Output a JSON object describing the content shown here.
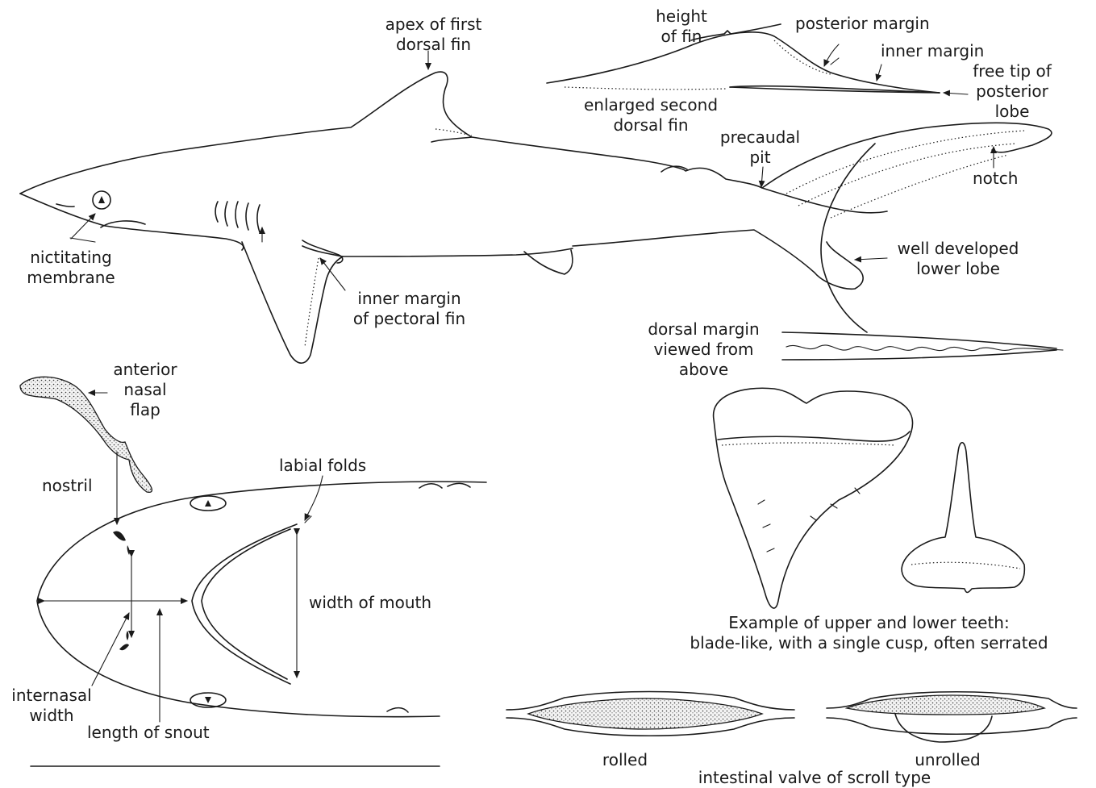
{
  "labels": {
    "apex_first_dorsal": [
      "apex of first",
      "dorsal fin"
    ],
    "height_of_fin": [
      "height",
      "of fin"
    ],
    "posterior_margin": "posterior margin",
    "inner_margin": "inner margin",
    "free_tip": [
      "free tip of",
      "posterior",
      "lobe"
    ],
    "enlarged_second_dorsal": [
      "enlarged second",
      "dorsal fin"
    ],
    "precaudal_pit": [
      "precaudal",
      "pit"
    ],
    "notch": "notch",
    "nictitating_membrane": [
      "nictitating",
      "membrane"
    ],
    "inner_margin_pectoral": [
      "inner margin",
      "of pectoral fin"
    ],
    "well_developed_lower_lobe": [
      "well developed",
      "lower lobe"
    ],
    "dorsal_margin_viewed": [
      "dorsal margin",
      "viewed from",
      "above"
    ],
    "anterior_nasal_flap": [
      "anterior",
      "nasal",
      "flap"
    ],
    "nostril": "nostril",
    "labial_folds": "labial folds",
    "width_of_mouth": "width of mouth",
    "internasal_width": [
      "internasal",
      "width"
    ],
    "length_of_snout": "length of snout",
    "teeth_caption": [
      "Example of upper and lower teeth:",
      "blade-like, with a single cusp, often serrated"
    ],
    "rolled": "rolled",
    "unrolled": "unrolled",
    "intestinal_valve": "intestinal valve of scroll type"
  }
}
